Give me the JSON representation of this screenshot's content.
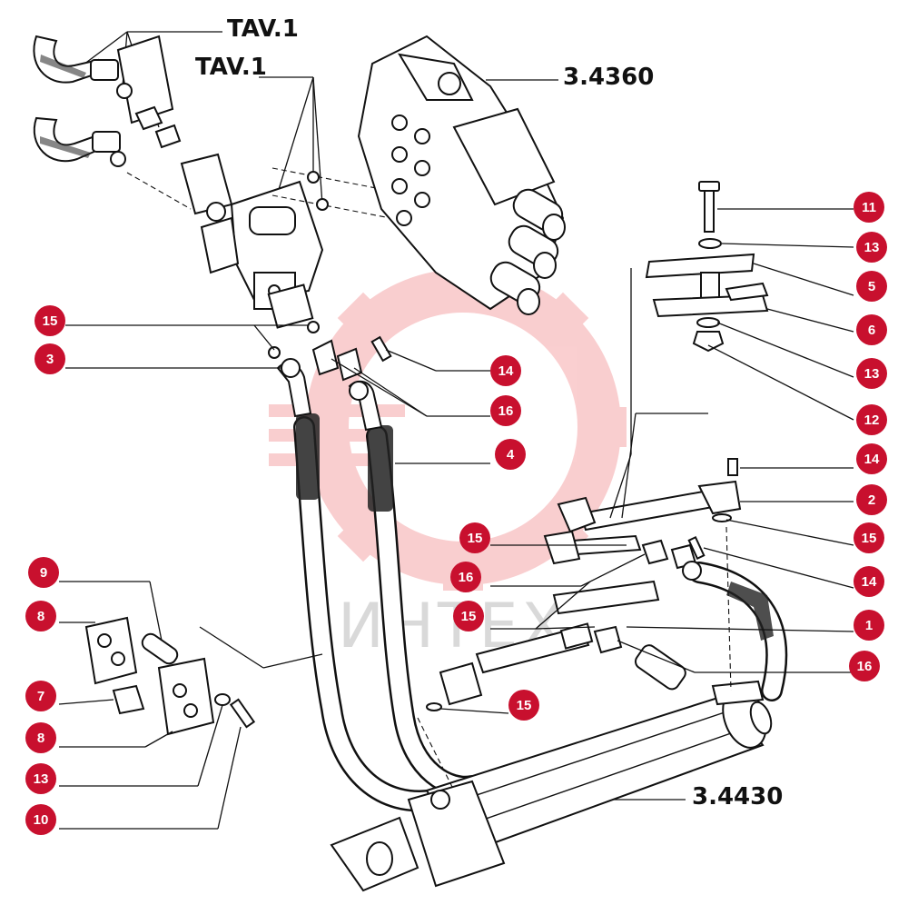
{
  "refs": {
    "tav_top": "TAV.1",
    "tav_second": "TAV.1",
    "distributor": "3.4360",
    "cylinder": "3.4430"
  },
  "watermark": {
    "text": "ИНТЕХ",
    "color": "#e8252b"
  },
  "callout_color": "#c8102e",
  "callouts": [
    {
      "id": "c-15a",
      "label": "15"
    },
    {
      "id": "c-3",
      "label": "3"
    },
    {
      "id": "c-14a",
      "label": "14"
    },
    {
      "id": "c-16a",
      "label": "16"
    },
    {
      "id": "c-4",
      "label": "4"
    },
    {
      "id": "c-11",
      "label": "11"
    },
    {
      "id": "c-13a",
      "label": "13"
    },
    {
      "id": "c-5",
      "label": "5"
    },
    {
      "id": "c-6",
      "label": "6"
    },
    {
      "id": "c-13b",
      "label": "13"
    },
    {
      "id": "c-12",
      "label": "12"
    },
    {
      "id": "c-14b",
      "label": "14"
    },
    {
      "id": "c-2",
      "label": "2"
    },
    {
      "id": "c-15b",
      "label": "15"
    },
    {
      "id": "c-14c",
      "label": "14"
    },
    {
      "id": "c-1",
      "label": "1"
    },
    {
      "id": "c-16b",
      "label": "16"
    },
    {
      "id": "c-15c",
      "label": "15"
    },
    {
      "id": "c-16c",
      "label": "16"
    },
    {
      "id": "c-15d",
      "label": "15"
    },
    {
      "id": "c-15e",
      "label": "15"
    },
    {
      "id": "c-9",
      "label": "9"
    },
    {
      "id": "c-8a",
      "label": "8"
    },
    {
      "id": "c-7",
      "label": "7"
    },
    {
      "id": "c-8b",
      "label": "8"
    },
    {
      "id": "c-13c",
      "label": "13"
    },
    {
      "id": "c-10",
      "label": "10"
    }
  ]
}
